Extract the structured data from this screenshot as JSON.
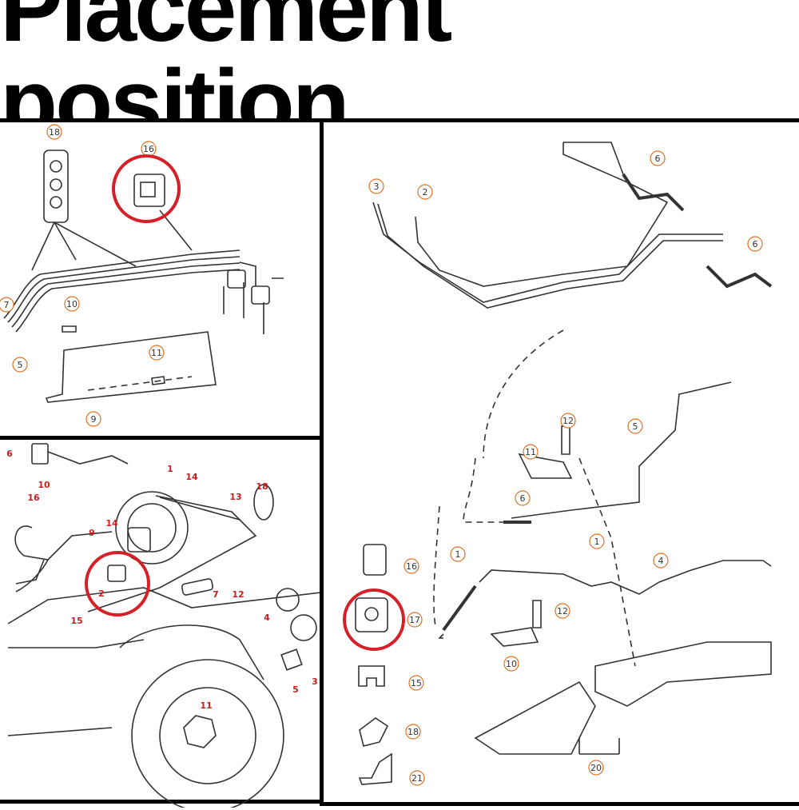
{
  "title": "Placement position",
  "panel_top_left": {
    "callouts": [
      "18",
      "16",
      "7",
      "5",
      "10",
      "11",
      "9"
    ]
  },
  "panel_bottom_left": {
    "callouts": [
      "6",
      "10",
      "1",
      "14",
      "13",
      "18",
      "16",
      "14",
      "9",
      "2",
      "12",
      "7",
      "15",
      "4",
      "3",
      "5",
      "11"
    ]
  },
  "panel_right": {
    "callouts": [
      "3",
      "2",
      "6",
      "6",
      "12",
      "5",
      "11",
      "6",
      "1",
      "1",
      "4",
      "16",
      "17",
      "12",
      "10",
      "15",
      "18",
      "21",
      "20"
    ]
  },
  "colors": {
    "highlight": "#d61f26",
    "callout": "#e07020",
    "line": "#333333"
  }
}
